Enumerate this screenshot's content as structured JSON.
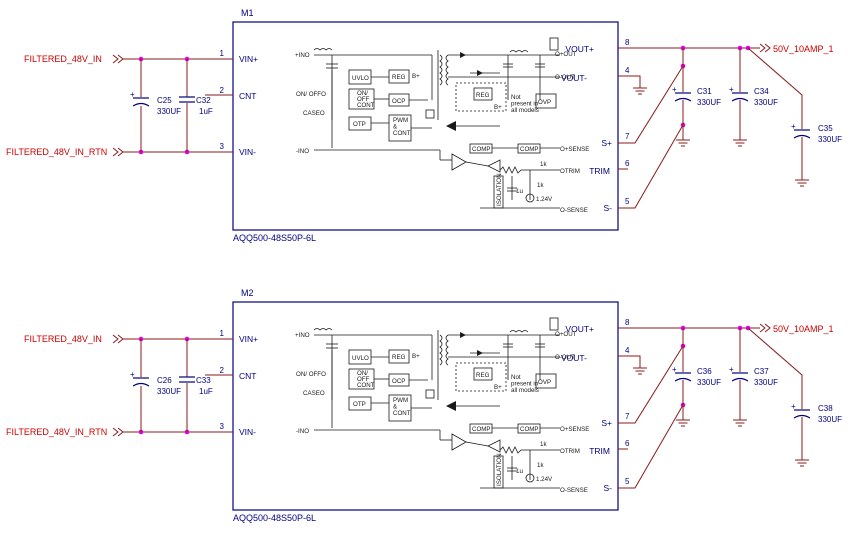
{
  "modules": [
    {
      "designator": "M1",
      "part": "AQQ500-48S50P-6L",
      "pins": {
        "vin_plus": {
          "num": "1",
          "name": "VIN+"
        },
        "cnt": {
          "num": "2",
          "name": "CNT"
        },
        "vin_minus": {
          "num": "3",
          "name": "VIN-"
        },
        "vout_plus": {
          "num": "8",
          "name": "VOUT+"
        },
        "vout_minus": {
          "num": "4",
          "name": "VOUT-"
        },
        "s_plus": {
          "num": "7",
          "name": "S+"
        },
        "trim": {
          "num": "6",
          "name": "TRIM"
        },
        "s_minus": {
          "num": "5",
          "name": "S-"
        }
      },
      "nets": {
        "in": "FILTERED_48V_IN",
        "rtn": "FILTERED_48V_IN_RTN",
        "out": "50V_10AMP_1"
      },
      "input_caps": [
        {
          "ref": "C25",
          "value": "330UF"
        },
        {
          "ref": "C32",
          "value": "1uF"
        }
      ],
      "output_caps": [
        {
          "ref": "C31",
          "value": "330UF"
        },
        {
          "ref": "C34",
          "value": "330UF"
        },
        {
          "ref": "C35",
          "value": "330UF"
        }
      ]
    },
    {
      "designator": "M2",
      "part": "AQQ500-48S50P-6L",
      "pins": {
        "vin_plus": {
          "num": "1",
          "name": "VIN+"
        },
        "cnt": {
          "num": "2",
          "name": "CNT"
        },
        "vin_minus": {
          "num": "3",
          "name": "VIN-"
        },
        "vout_plus": {
          "num": "8",
          "name": "VOUT+"
        },
        "vout_minus": {
          "num": "4",
          "name": "VOUT-"
        },
        "s_plus": {
          "num": "7",
          "name": "S+"
        },
        "trim": {
          "num": "6",
          "name": "TRIM"
        },
        "s_minus": {
          "num": "5",
          "name": "S-"
        }
      },
      "nets": {
        "in": "FILTERED_48V_IN",
        "rtn": "FILTERED_48V_IN_RTN",
        "out": "50V_10AMP_1"
      },
      "input_caps": [
        {
          "ref": "C26",
          "value": "330UF"
        },
        {
          "ref": "C33",
          "value": "1uF"
        }
      ],
      "output_caps": [
        {
          "ref": "C36",
          "value": "330UF"
        },
        {
          "ref": "C37",
          "value": "330UF"
        },
        {
          "ref": "C38",
          "value": "330UF"
        }
      ]
    }
  ],
  "internal": {
    "in_plus": "+INO",
    "on_off": "ON/ OFFO",
    "case": "CASEO",
    "in_minus": "-INO",
    "uvlo": "UVLO",
    "onoff_cont": [
      "ON/",
      "OFF",
      "CONT"
    ],
    "otp": "OTP",
    "reg": "REG",
    "ocp": "OCP",
    "pwm": [
      "PWM",
      "&",
      "CONT"
    ],
    "bplus": "B+",
    "not_present": [
      "Not",
      "present in",
      "all models"
    ],
    "ovp": "OVP",
    "comp": "COMP",
    "out_plus": "O+OUT",
    "out_minus": "O-OUT",
    "sense_plus": "O+SENSE",
    "trim": "OTRIM",
    "sense_minus": "O-SENSE",
    "r1k": "1k",
    "cap1u": "1u",
    "ref": "1.24V",
    "isolation": "ISOLATION"
  }
}
